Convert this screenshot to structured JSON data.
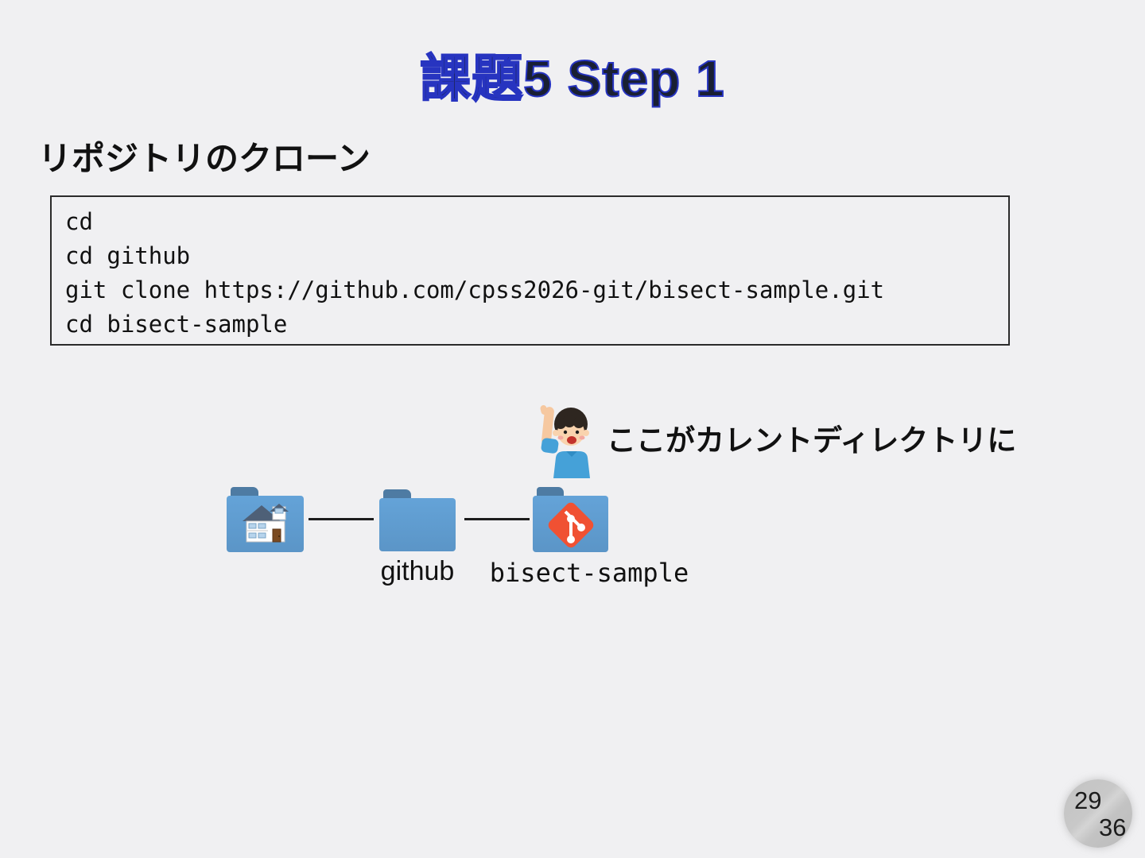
{
  "slide": {
    "title": "課題5 Step 1",
    "subtitle": "リポジトリのクローン",
    "page": {
      "current": "29",
      "total": "36"
    }
  },
  "code_box": {
    "lines": [
      "cd",
      "cd github",
      "git clone https://github.com/cpss2026-git/bisect-sample.git",
      "cd bisect-sample"
    ]
  },
  "diagram": {
    "annotation": "ここがカレントディレクトリに",
    "folders": [
      {
        "id": "home",
        "label": "",
        "icon": "house-icon"
      },
      {
        "id": "github",
        "label": "github",
        "icon": ""
      },
      {
        "id": "bisect-sample",
        "label": "bisect-sample",
        "icon": "git-logo-icon"
      }
    ]
  },
  "colors": {
    "background": "#f0f0f2",
    "title_fill": "#191f33",
    "title_outline": "#2734c0",
    "folder_body": "#5f9ed4",
    "folder_tab": "#4e7ba3",
    "git_logo": "#f05133",
    "code_border": "#2b2b2b",
    "page_ball": "#c6c6c6"
  }
}
